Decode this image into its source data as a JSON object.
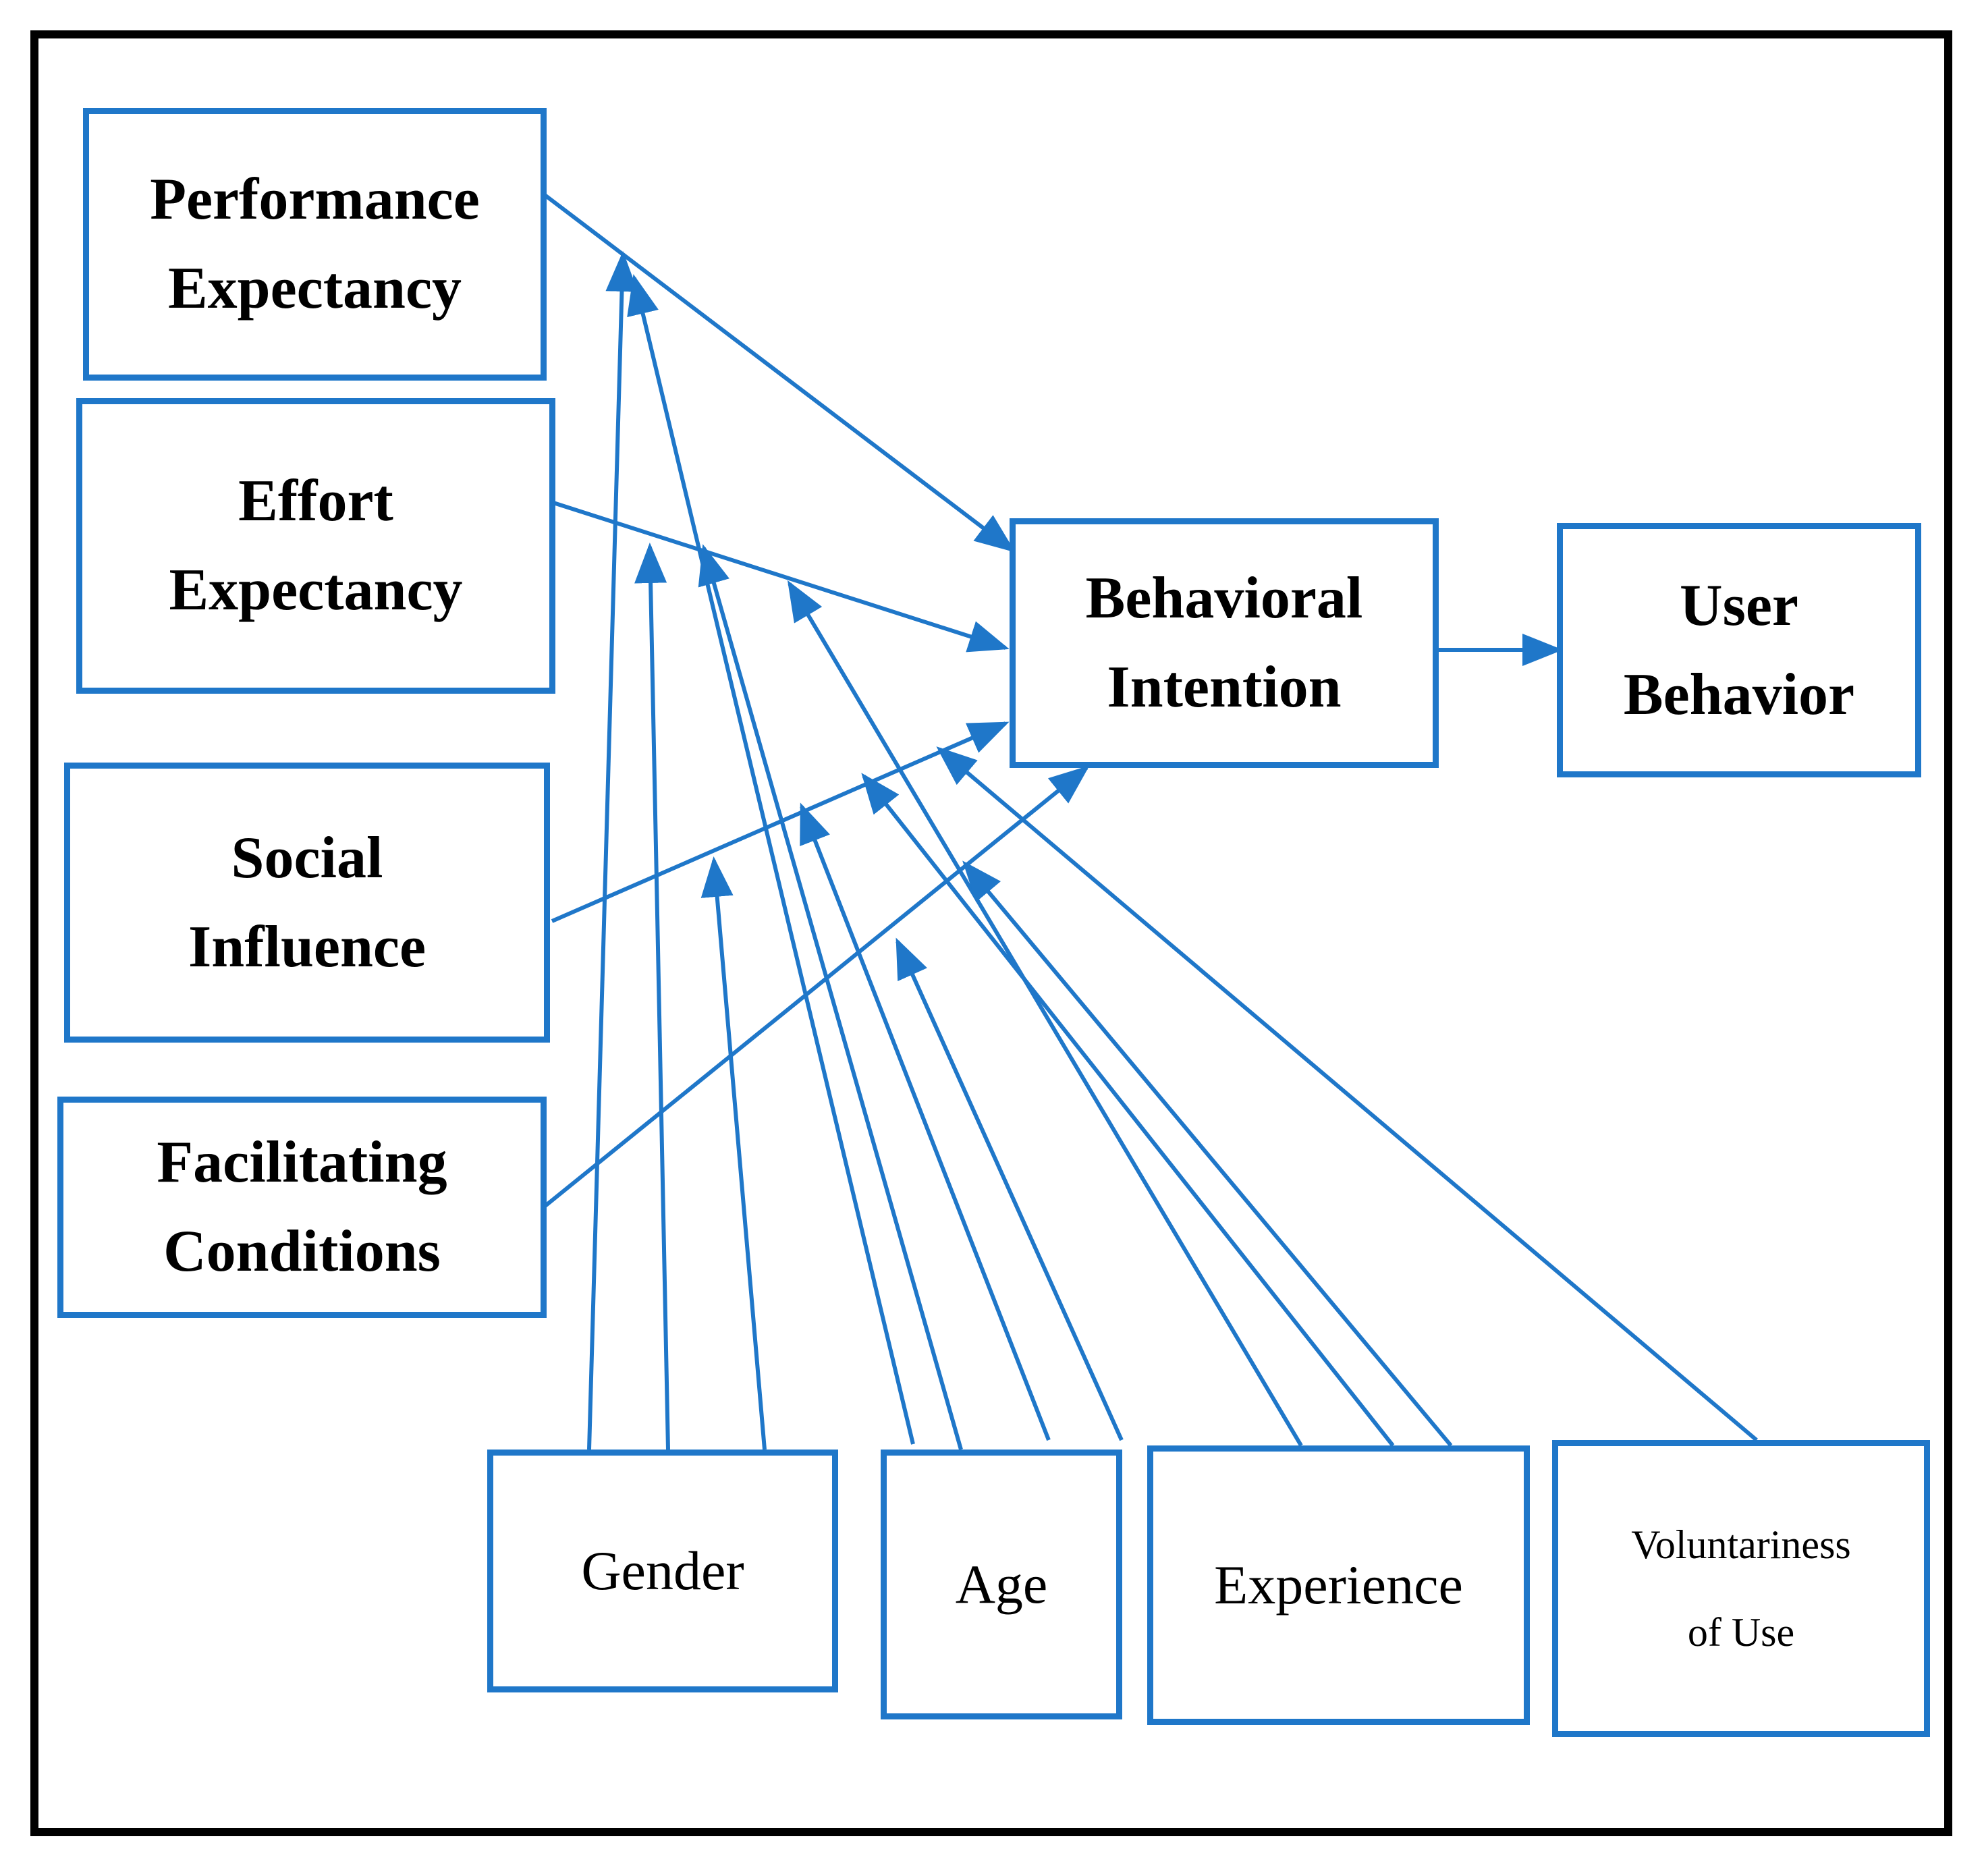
{
  "diagram": {
    "colors": {
      "accent": "#1f77c9",
      "frame": "#000000",
      "background": "#ffffff",
      "text": "#000000"
    },
    "constructs": {
      "performance_expectancy": "Performance\nExpectancy",
      "effort_expectancy": "Effort\nExpectancy",
      "social_influence": "Social\nInfluence",
      "facilitating_conditions": "Facilitating\nConditions",
      "behavioral_intention": "Behavioral\nIntention",
      "user_behavior": "User\nBehavior"
    },
    "moderators": {
      "gender": "Gender",
      "age": "Age",
      "experience": "Experience",
      "voluntariness": "Voluntariness\nof Use"
    },
    "edges": [
      {
        "from": "performance_expectancy",
        "to": "behavioral_intention"
      },
      {
        "from": "effort_expectancy",
        "to": "behavioral_intention"
      },
      {
        "from": "social_influence",
        "to": "behavioral_intention"
      },
      {
        "from": "facilitating_conditions",
        "to": "behavioral_intention"
      },
      {
        "from": "behavioral_intention",
        "to": "user_behavior"
      },
      {
        "from": "gender",
        "to": "performance_expectancy -> behavioral_intention"
      },
      {
        "from": "gender",
        "to": "effort_expectancy -> behavioral_intention"
      },
      {
        "from": "gender",
        "to": "social_influence -> behavioral_intention"
      },
      {
        "from": "age",
        "to": "performance_expectancy -> behavioral_intention"
      },
      {
        "from": "age",
        "to": "effort_expectancy -> behavioral_intention"
      },
      {
        "from": "age",
        "to": "social_influence -> behavioral_intention"
      },
      {
        "from": "age",
        "to": "facilitating_conditions -> behavioral_intention"
      },
      {
        "from": "experience",
        "to": "effort_expectancy -> behavioral_intention"
      },
      {
        "from": "experience",
        "to": "social_influence -> behavioral_intention"
      },
      {
        "from": "experience",
        "to": "facilitating_conditions -> behavioral_intention"
      },
      {
        "from": "voluntariness",
        "to": "social_influence -> behavioral_intention"
      }
    ]
  }
}
